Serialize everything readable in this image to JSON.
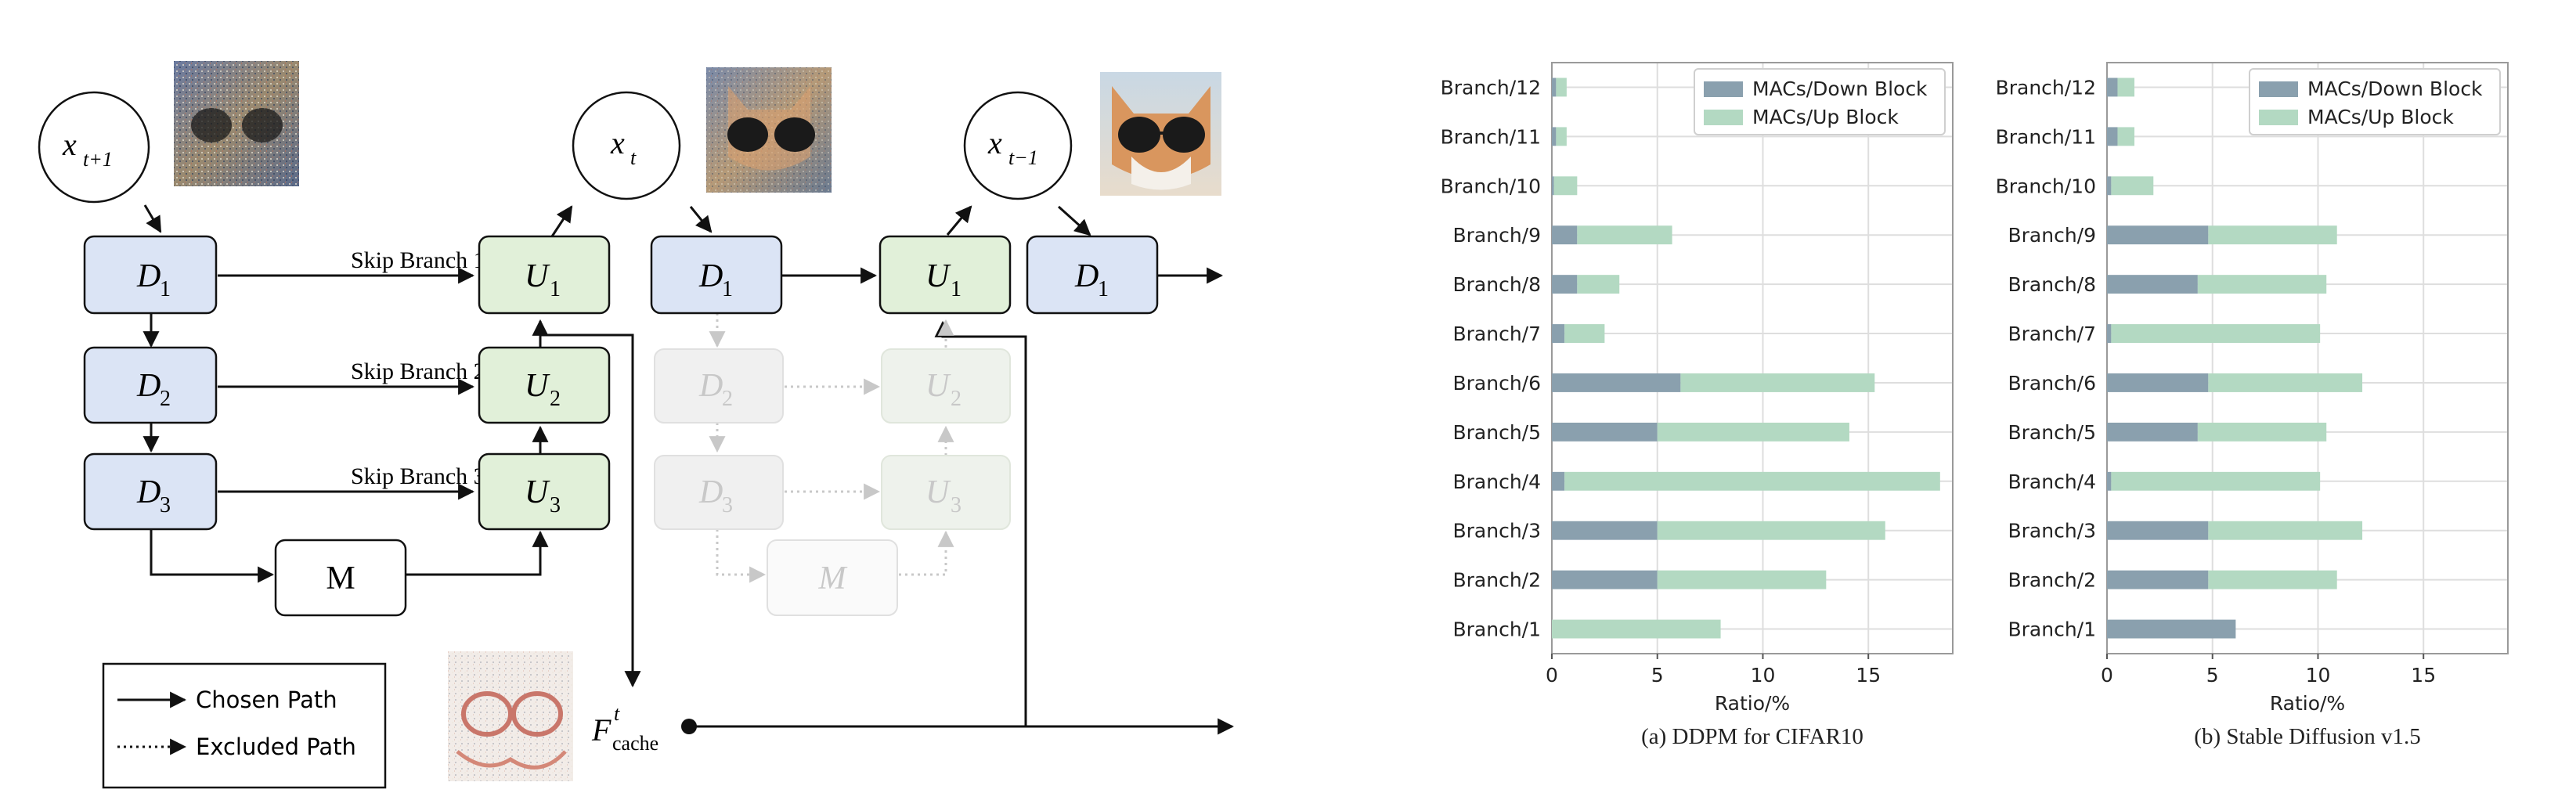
{
  "diagram": {
    "nodes": {
      "x_next": "x",
      "x_next_sub": "t+1",
      "x_cur": "x",
      "x_cur_sub": "t",
      "x_prev": "x",
      "x_prev_sub": "t−1",
      "D": "D",
      "U": "U",
      "M": "M"
    },
    "skip_labels": [
      "Skip Branch 1",
      "Skip Branch 2",
      "Skip Branch 3"
    ],
    "cache_label": "F",
    "cache_sup": "t",
    "cache_sub": "cache",
    "legend": {
      "chosen": "Chosen Path",
      "excluded": "Excluded Path"
    },
    "colors": {
      "down_fill": "#dbe4f5",
      "up_fill": "#e1f0d9",
      "faded_fill": "#eeeeee",
      "faded_text": "#c8c8c8"
    }
  },
  "chart_data": [
    {
      "type": "bar",
      "stacked": true,
      "orientation": "horizontal",
      "caption": "(a) DDPM for CIFAR10",
      "xlabel": "Ratio/%",
      "xlim": [
        0,
        19
      ],
      "xticks": [
        0,
        5,
        10,
        15
      ],
      "grid": true,
      "legend_position": "top-right",
      "categories": [
        "Branch/12",
        "Branch/11",
        "Branch/10",
        "Branch/9",
        "Branch/8",
        "Branch/7",
        "Branch/6",
        "Branch/5",
        "Branch/4",
        "Branch/3",
        "Branch/2",
        "Branch/1"
      ],
      "series": [
        {
          "name": "MACs/Down Block",
          "color": "#8aa0ae",
          "values": [
            0.2,
            0.2,
            0.1,
            1.2,
            1.2,
            0.6,
            6.1,
            5.0,
            0.6,
            5.0,
            5.0,
            0.0
          ]
        },
        {
          "name": "MACs/Up Block",
          "color": "#b3d9c2",
          "values": [
            0.5,
            0.5,
            1.1,
            4.5,
            2.0,
            1.9,
            9.2,
            9.1,
            17.8,
            10.8,
            8.0,
            8.0
          ]
        }
      ]
    },
    {
      "type": "bar",
      "stacked": true,
      "orientation": "horizontal",
      "caption": "(b) Stable Diffusion v1.5",
      "xlabel": "Ratio/%",
      "xlim": [
        0,
        19
      ],
      "xticks": [
        0,
        5,
        10,
        15
      ],
      "grid": true,
      "legend_position": "top-right",
      "categories": [
        "Branch/12",
        "Branch/11",
        "Branch/10",
        "Branch/9",
        "Branch/8",
        "Branch/7",
        "Branch/6",
        "Branch/5",
        "Branch/4",
        "Branch/3",
        "Branch/2",
        "Branch/1"
      ],
      "series": [
        {
          "name": "MACs/Down Block",
          "color": "#8aa0ae",
          "values": [
            0.5,
            0.5,
            0.2,
            4.8,
            4.3,
            0.2,
            4.8,
            4.3,
            0.2,
            4.8,
            4.8,
            6.1
          ]
        },
        {
          "name": "MACs/Up Block",
          "color": "#b3d9c2",
          "values": [
            0.8,
            0.8,
            2.0,
            6.1,
            6.1,
            9.9,
            7.3,
            6.1,
            9.9,
            7.3,
            6.1,
            0.0
          ]
        }
      ]
    }
  ]
}
